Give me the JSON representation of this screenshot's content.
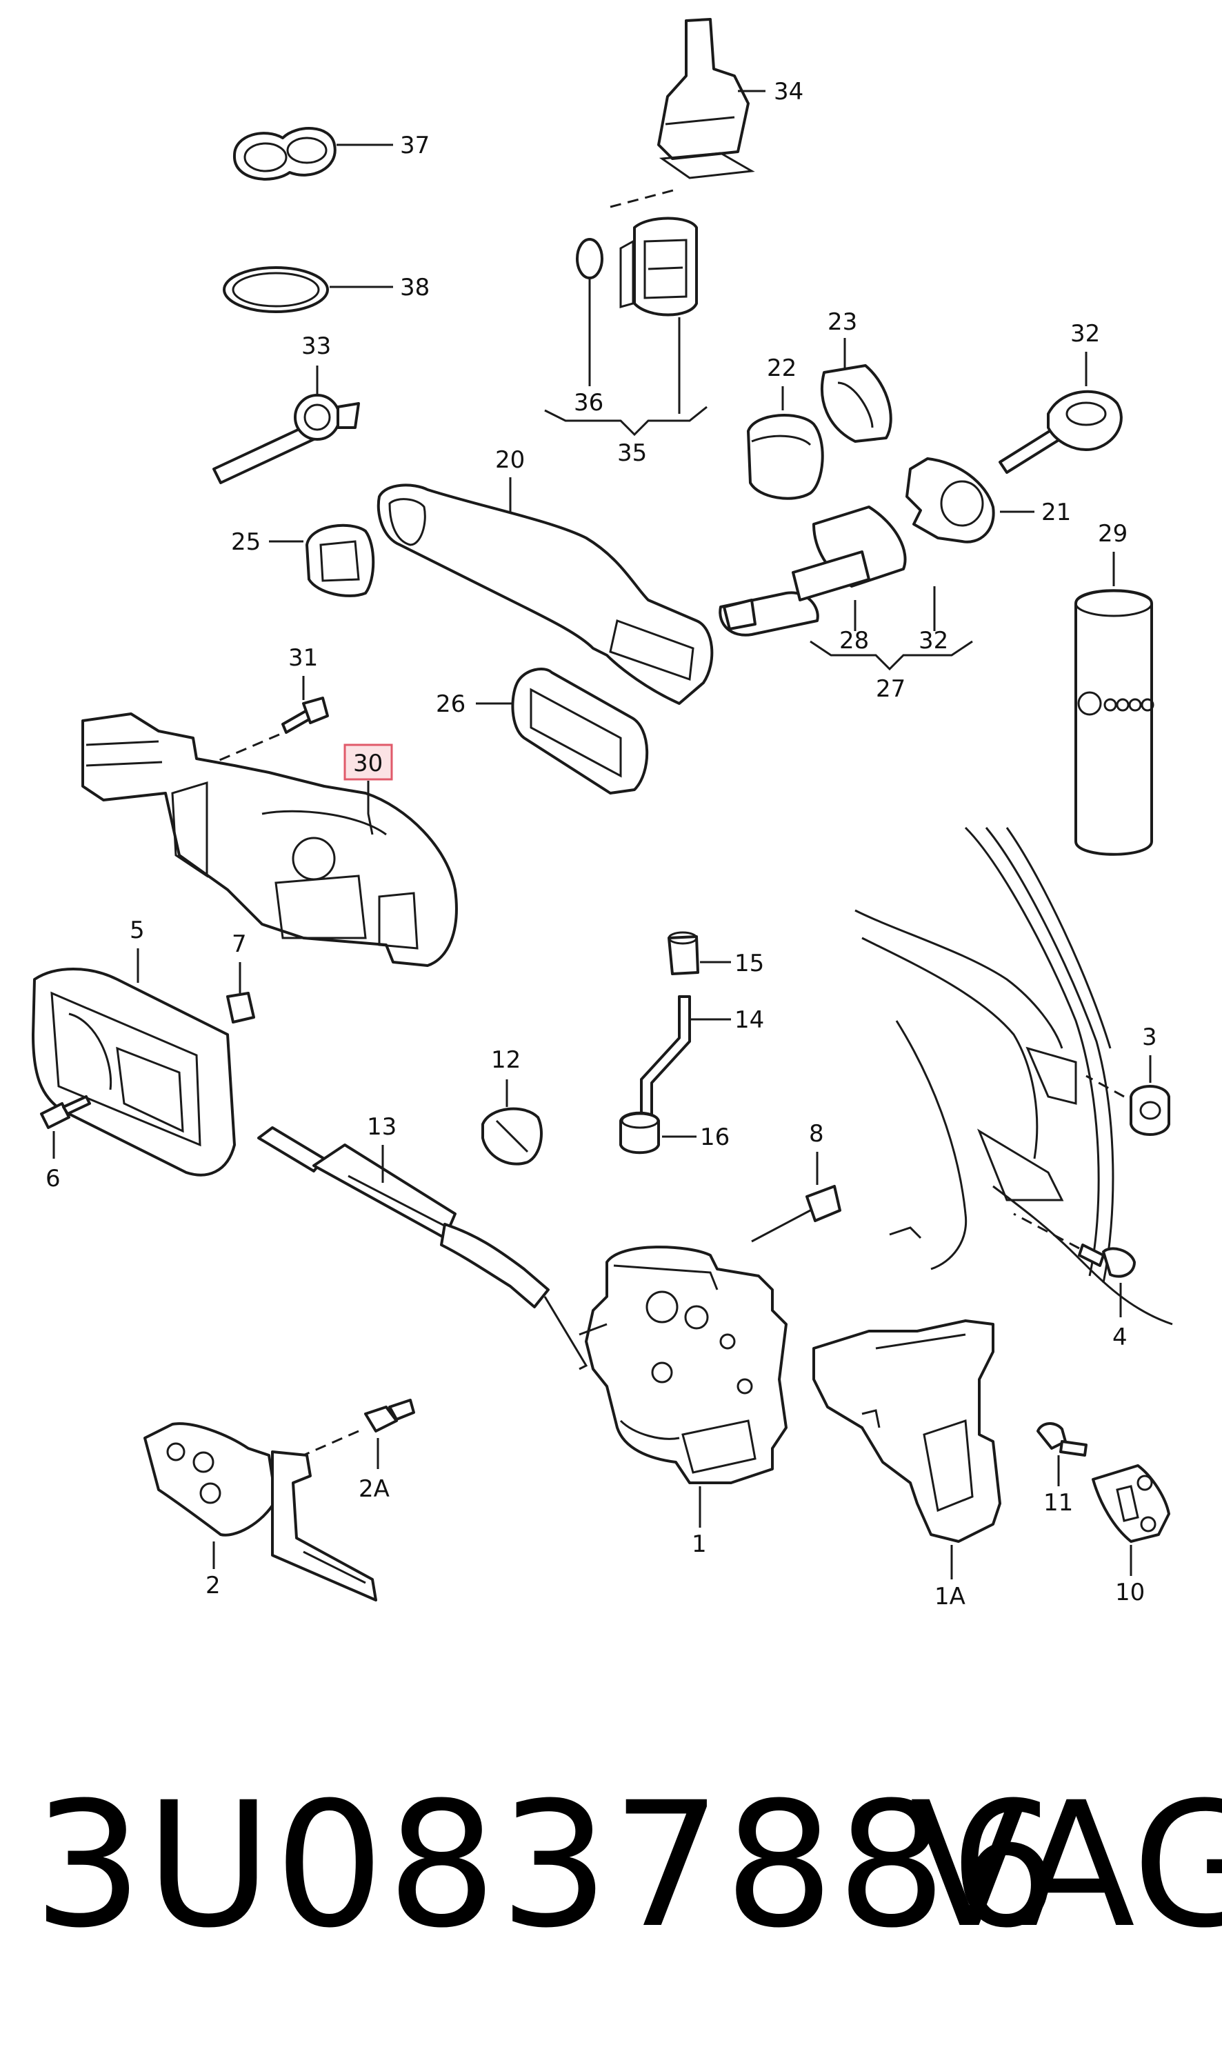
{
  "footer": {
    "part_number": "3U0837886",
    "brand": "VAG"
  },
  "highlight_color": "#e05a6a",
  "callouts": [
    {
      "id": "c34",
      "label": "34"
    },
    {
      "id": "c37",
      "label": "37"
    },
    {
      "id": "c38",
      "label": "38"
    },
    {
      "id": "c33",
      "label": "33"
    },
    {
      "id": "c36",
      "label": "36"
    },
    {
      "id": "c35",
      "label": "35"
    },
    {
      "id": "c22",
      "label": "22"
    },
    {
      "id": "c23",
      "label": "23"
    },
    {
      "id": "c32a",
      "label": "32"
    },
    {
      "id": "c20",
      "label": "20"
    },
    {
      "id": "c21",
      "label": "21"
    },
    {
      "id": "c25",
      "label": "25"
    },
    {
      "id": "c29",
      "label": "29"
    },
    {
      "id": "c28",
      "label": "28"
    },
    {
      "id": "c32b",
      "label": "32"
    },
    {
      "id": "c27",
      "label": "27"
    },
    {
      "id": "c31",
      "label": "31"
    },
    {
      "id": "c26",
      "label": "26"
    },
    {
      "id": "c30",
      "label": "30"
    },
    {
      "id": "c5",
      "label": "5"
    },
    {
      "id": "c7",
      "label": "7"
    },
    {
      "id": "c15",
      "label": "15"
    },
    {
      "id": "c14",
      "label": "14"
    },
    {
      "id": "c3",
      "label": "3"
    },
    {
      "id": "c12",
      "label": "12"
    },
    {
      "id": "c6",
      "label": "6"
    },
    {
      "id": "c13",
      "label": "13"
    },
    {
      "id": "c16",
      "label": "16"
    },
    {
      "id": "c8",
      "label": "8"
    },
    {
      "id": "c4",
      "label": "4"
    },
    {
      "id": "c2A",
      "label": "2A"
    },
    {
      "id": "c11",
      "label": "11"
    },
    {
      "id": "c2",
      "label": "2"
    },
    {
      "id": "c1",
      "label": "1"
    },
    {
      "id": "c1A",
      "label": "1A"
    },
    {
      "id": "c10",
      "label": "10"
    }
  ]
}
